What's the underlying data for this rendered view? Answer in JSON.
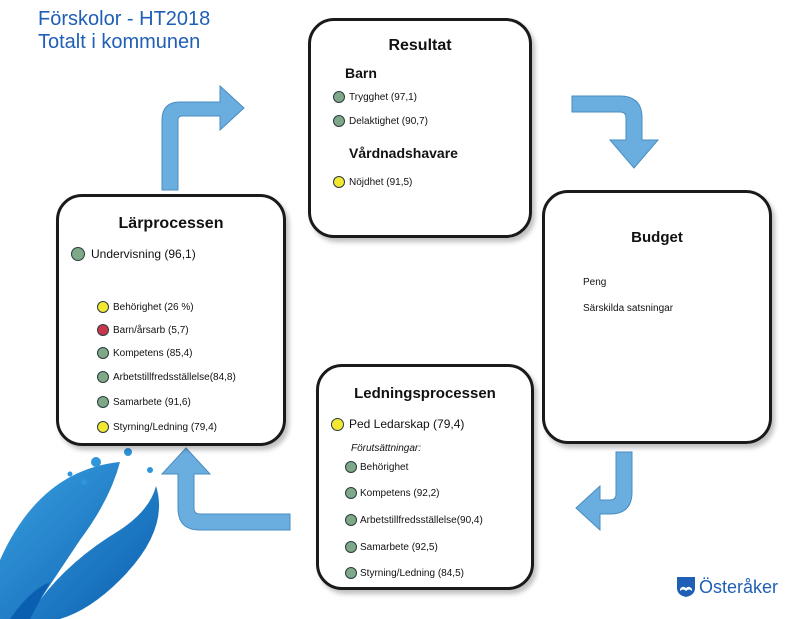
{
  "title": {
    "line1": "Förskolor - HT2018",
    "line2": "Totalt i kommunen"
  },
  "colors": {
    "green": "#7ea886",
    "yellow": "#f2e832",
    "red": "#c8364a",
    "arrow": "#6aaee0",
    "title": "#1f5fb5"
  },
  "resultat": {
    "heading": "Resultat",
    "barn_heading": "Barn",
    "barn_items": [
      {
        "label": "Trygghet (97,1)",
        "status": "green"
      },
      {
        "label": "Delaktighet (90,7)",
        "status": "green"
      }
    ],
    "vardnad_heading": "Vårdnadshavare",
    "vardnad_items": [
      {
        "label": "Nöjdhet (91,5)",
        "status": "yellow"
      }
    ]
  },
  "budget": {
    "heading": "Budget",
    "line1": "Peng",
    "line2": "Särskilda satsningar"
  },
  "larprocessen": {
    "heading": "Lärprocessen",
    "main_item": {
      "label": "Undervisning (96,1)",
      "status": "green"
    },
    "items": [
      {
        "label": "Behörighet (26 %)",
        "status": "yellow"
      },
      {
        "label": "Barn/årsarb (5,7)",
        "status": "red"
      },
      {
        "label": "Kompetens (85,4)",
        "status": "green"
      },
      {
        "label": "Arbetstillfredsställelse(84,8)",
        "status": "green"
      },
      {
        "label": "Samarbete (91,6)",
        "status": "green"
      },
      {
        "label": "Styrning/Ledning (79,4)",
        "status": "yellow"
      }
    ]
  },
  "ledning": {
    "heading": "Ledningsprocessen",
    "main_item": {
      "label": "Ped Ledarskap (79,4)",
      "status": "yellow"
    },
    "subheading": "Förutsättningar:",
    "items": [
      {
        "label": "Behörighet",
        "status": "green"
      },
      {
        "label": "Kompetens (92,2)",
        "status": "green"
      },
      {
        "label": "Arbetstillfredsställelse(90,4)",
        "status": "green"
      },
      {
        "label": "Samarbete (92,5)",
        "status": "green"
      },
      {
        "label": "Styrning/Ledning (84,5)",
        "status": "green"
      }
    ]
  },
  "logo": {
    "text": "Österåker"
  }
}
